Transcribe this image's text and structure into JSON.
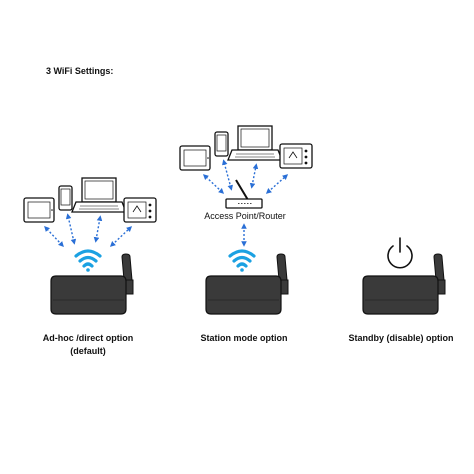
{
  "title": "3 WiFi Settings:",
  "router_label": "Access Point/Router",
  "options": [
    {
      "label_line1": "Ad-hoc /direct option",
      "label_line2": "(default)"
    },
    {
      "label_line1": "Station mode option",
      "label_line2": ""
    },
    {
      "label_line1": "Standby (disable) option",
      "label_line2": ""
    }
  ],
  "icons": {
    "wifi": "wifi-icon",
    "power": "power-icon",
    "router": "router-icon",
    "device": "gateway-device",
    "tablet": "tablet-icon",
    "phone": "phone-icon",
    "laptop": "laptop-icon",
    "thermostat": "thermostat-icon"
  },
  "colors": {
    "wifi_blue": "#1ba1e2",
    "arrow_blue": "#2a6fd6",
    "device_dark": "#3a3a3a",
    "outline": "#111111"
  }
}
